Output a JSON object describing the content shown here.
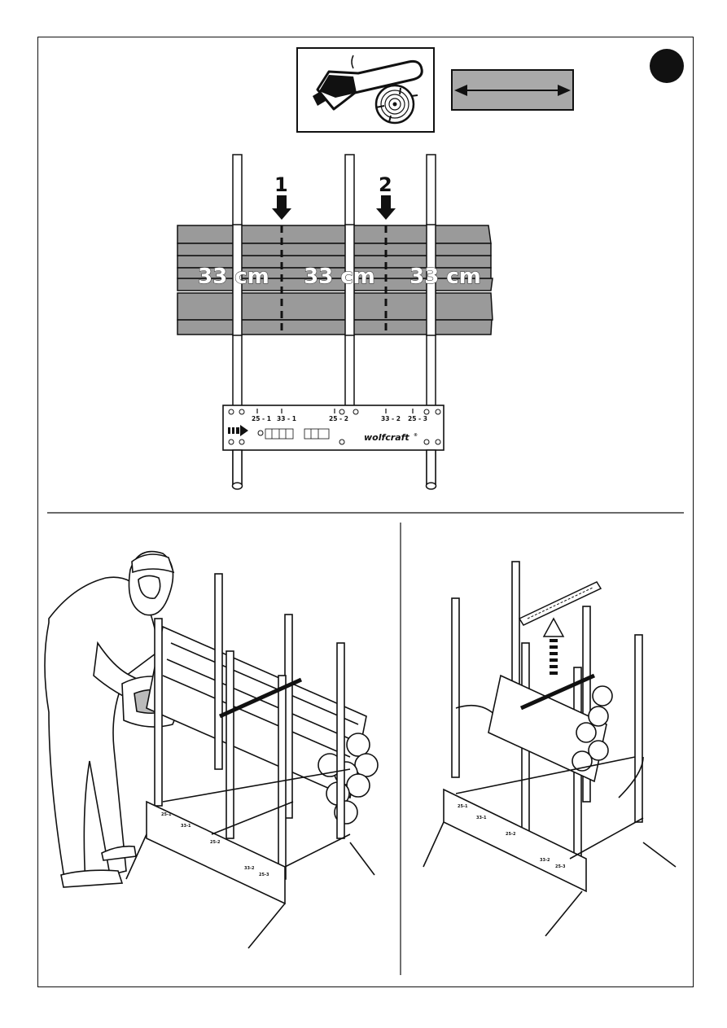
{
  "measurements": [
    "33 cm",
    "33 cm",
    "33 cm"
  ],
  "cut_markers": [
    "1",
    "2"
  ],
  "plate": {
    "labels": [
      "25 - 1",
      "33 - 1",
      "25 - 2",
      "33 - 2",
      "25 - 3"
    ],
    "brand": "wolfcraft",
    "registered": "®"
  },
  "frame_labels": {
    "left": [
      "25-1",
      "33-1",
      "25-2",
      "33-2",
      "25-3"
    ],
    "right": [
      "25-1",
      "33-1",
      "25-2",
      "33-2",
      "25-3"
    ]
  },
  "colors": {
    "log_fill": "#9a9a9a",
    "line": "#111111",
    "step_badge": "#111111"
  },
  "icons": [
    "chainsaw-icon",
    "log-cross-section-icon",
    "double-arrow-icon",
    "step-badge-icon"
  ]
}
